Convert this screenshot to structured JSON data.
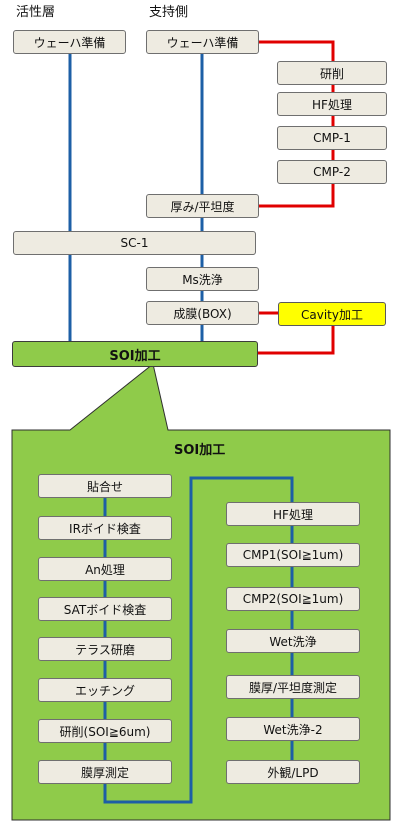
{
  "colors": {
    "blue": "#1d5fa6",
    "red": "#e00000",
    "green": "#8fcb4a",
    "yellow": "#ffff00",
    "box": "#eeebe1"
  },
  "headers": {
    "active_layer": "活性層",
    "support_side": "支持側"
  },
  "top_flow": {
    "wafer_prep_active": "ウェーハ準備",
    "wafer_prep_support": "ウェーハ準備",
    "grinding": "研削",
    "hf_treatment": "HF処理",
    "cmp1": "CMP-1",
    "cmp2": "CMP-2",
    "thickness_flatness": "厚み/平坦度",
    "sc1": "SC-1",
    "ms_clean": "Ms洗浄",
    "box_film": "成膜(BOX)",
    "cavity": "Cavity加工",
    "soi_process": "SOI加工"
  },
  "panel": {
    "title": "SOI加工",
    "left_steps": [
      "貼合せ",
      "IRボイド検査",
      "An処理",
      "SATボイド検査",
      "テラス研磨",
      "エッチング",
      "研削(SOI≧6um)",
      "膜厚測定"
    ],
    "right_steps": [
      "HF処理",
      "CMP1(SOI≧1um)",
      "CMP2(SOI≧1um)",
      "Wet洗浄",
      "膜厚/平坦度測定",
      "Wet洗浄-2",
      "外観/LPD"
    ]
  }
}
